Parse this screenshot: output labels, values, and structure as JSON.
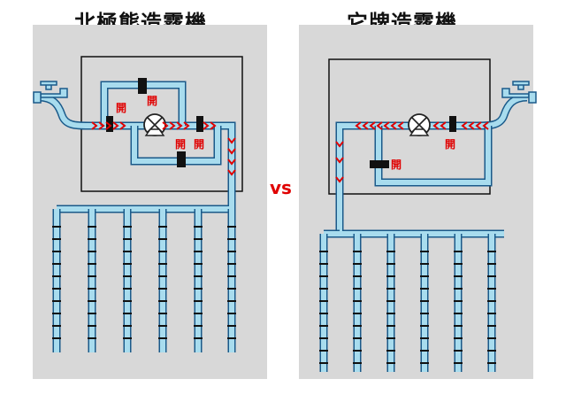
{
  "left_panel": {
    "title": "北極熊造霧機",
    "valve_labels": [
      "開",
      "開",
      "開"
    ]
  },
  "right_panel": {
    "title": "它牌造霧機",
    "valve_labels": [
      "開",
      "開"
    ]
  },
  "vs_label": "vs",
  "colors": {
    "pipe": "#a8dcee",
    "pipe_outline": "#1a5a8a",
    "arrow": "#e00000",
    "panel": "#d8d8d8",
    "nozzle": "#111111"
  }
}
